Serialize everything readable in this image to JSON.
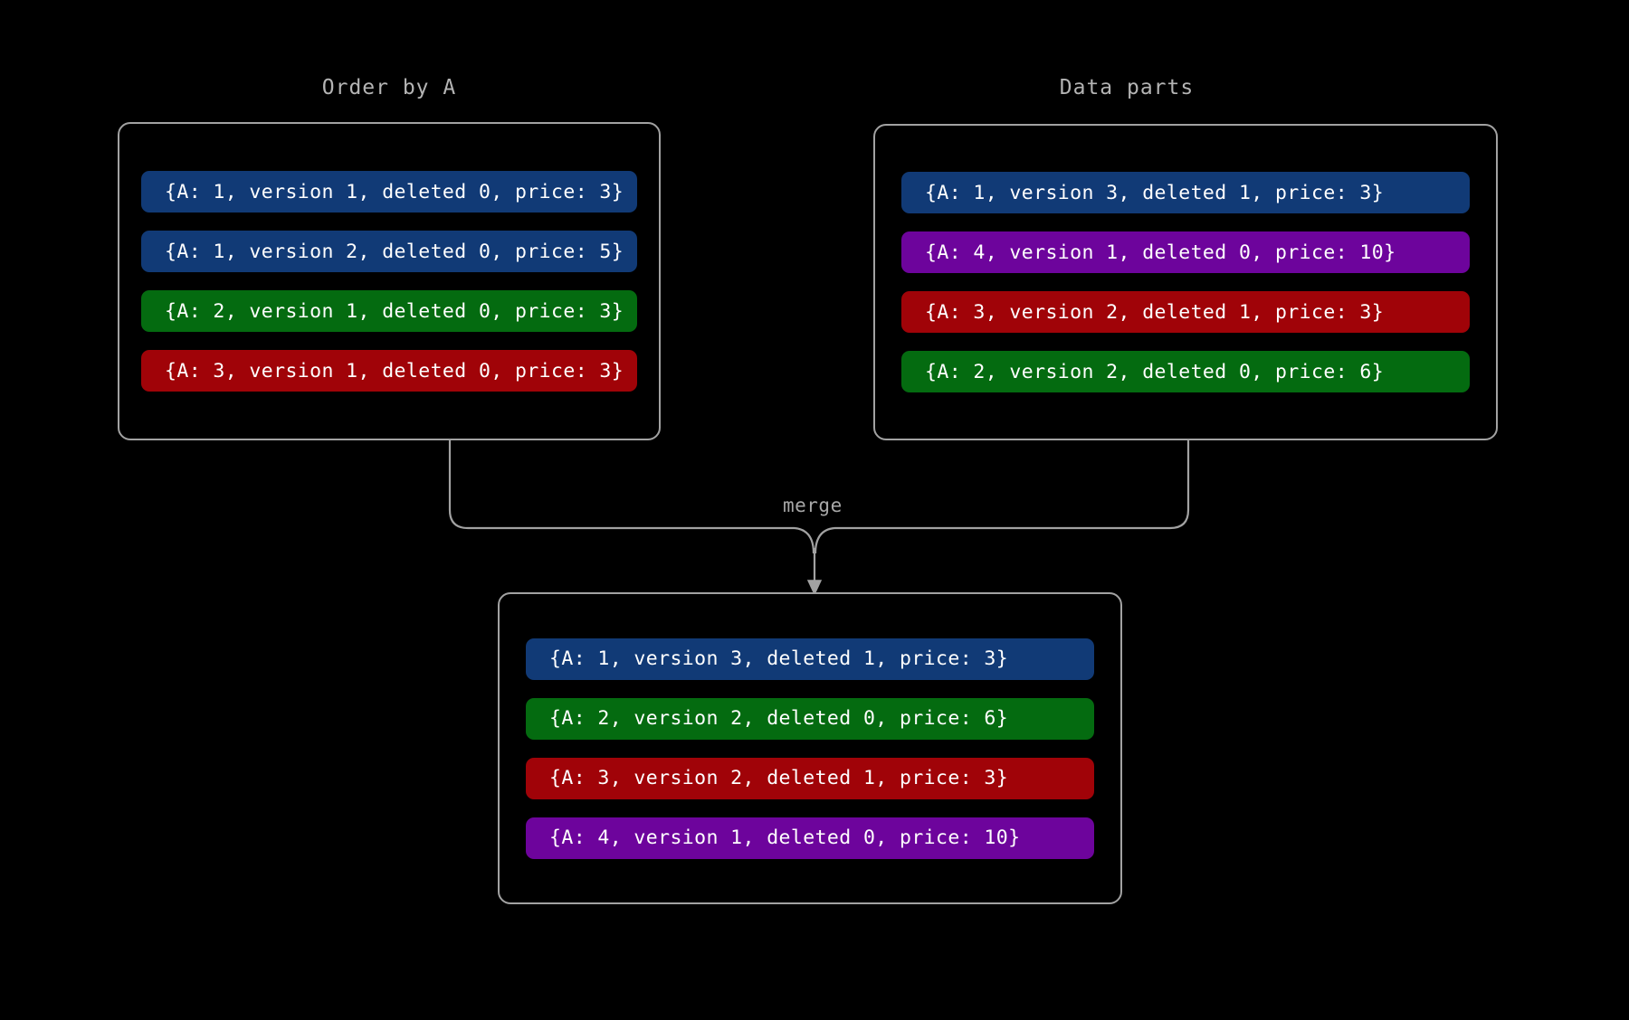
{
  "diagram": {
    "background_color": "#000000",
    "border_color": "#a2a2a2",
    "title_color": "#b4b4b4",
    "edge_label": "merge"
  },
  "palette": {
    "blue": "#113a76",
    "green": "#046b10",
    "red": "#a00308",
    "purple": "#6d049c",
    "text": "#ffffff"
  },
  "groups": {
    "order_by_a": {
      "title": "Order by A",
      "rows": [
        {
          "text": "{A: 1, version 1, deleted 0, price: 3}",
          "color": "blue",
          "a": 1,
          "version": 1,
          "deleted": 0,
          "price": 3
        },
        {
          "text": "{A: 1, version 2, deleted 0, price: 5}",
          "color": "blue",
          "a": 1,
          "version": 2,
          "deleted": 0,
          "price": 5
        },
        {
          "text": "{A: 2, version 1, deleted 0, price: 3}",
          "color": "green",
          "a": 2,
          "version": 1,
          "deleted": 0,
          "price": 3
        },
        {
          "text": "{A: 3, version 1, deleted 0, price: 3}",
          "color": "red",
          "a": 3,
          "version": 1,
          "deleted": 0,
          "price": 3
        }
      ]
    },
    "data_parts": {
      "title": "Data parts",
      "rows": [
        {
          "text": "{A: 1, version 3, deleted 1, price: 3}",
          "color": "blue",
          "a": 1,
          "version": 3,
          "deleted": 1,
          "price": 3
        },
        {
          "text": "{A: 4, version 1, deleted 0, price: 10}",
          "color": "purple",
          "a": 4,
          "version": 1,
          "deleted": 0,
          "price": 10
        },
        {
          "text": "{A: 3, version 2, deleted 1, price: 3}",
          "color": "red",
          "a": 3,
          "version": 2,
          "deleted": 1,
          "price": 3
        },
        {
          "text": "{A: 2, version 2, deleted 0, price: 6}",
          "color": "green",
          "a": 2,
          "version": 2,
          "deleted": 0,
          "price": 6
        }
      ]
    },
    "merged": {
      "title": "",
      "rows": [
        {
          "text": "{A: 1, version 3, deleted 1, price: 3}",
          "color": "blue",
          "a": 1,
          "version": 3,
          "deleted": 1,
          "price": 3
        },
        {
          "text": "{A: 2, version 2, deleted 0, price: 6}",
          "color": "green",
          "a": 2,
          "version": 2,
          "deleted": 0,
          "price": 6
        },
        {
          "text": "{A: 3, version 2, deleted 1, price: 3}",
          "color": "red",
          "a": 3,
          "version": 2,
          "deleted": 1,
          "price": 3
        },
        {
          "text": "{A: 4, version 1, deleted 0, price: 10}",
          "color": "purple",
          "a": 4,
          "version": 1,
          "deleted": 0,
          "price": 10
        }
      ]
    }
  }
}
